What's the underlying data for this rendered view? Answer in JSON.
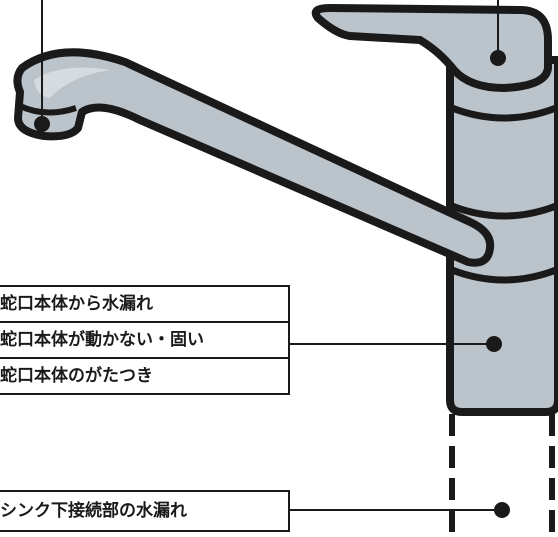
{
  "colors": {
    "stroke": "#1a1a1a",
    "metal_fill": "#bcc4cb",
    "highlight": "#d6dbe0",
    "background": "#ffffff"
  },
  "labels": {
    "body_issues": [
      "蛇口本体から水漏れ",
      "蛇口本体が動かない・固い",
      "蛇口本体のがたつき"
    ],
    "sink_connection": "シンク下接続部の水漏れ"
  },
  "icons": [
    "callout-dot-icon"
  ]
}
